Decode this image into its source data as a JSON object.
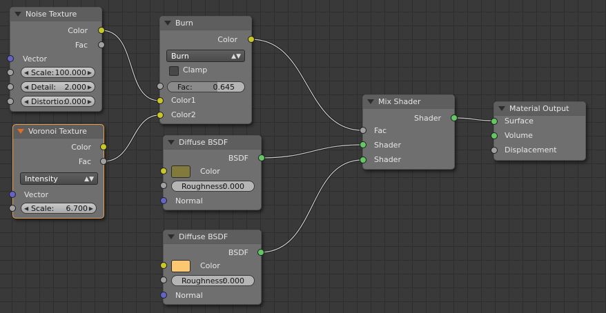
{
  "colors": {
    "socket_color": "#c7c729",
    "socket_float": "#a1a1a1",
    "socket_vector": "#6363c7",
    "socket_shader": "#63c763",
    "active_node_border": "#e8a24c",
    "diffuse1_color": "#817a3a",
    "diffuse2_color": "#fcc771"
  },
  "noise": {
    "title": "Noise Texture",
    "out_color": "Color",
    "out_fac": "Fac",
    "in_vector": "Vector",
    "scale_label": "Scale:",
    "scale_value": "100.000",
    "detail_label": "Detail:",
    "detail_value": "2.000",
    "distortion_label": "Distortio:",
    "distortion_value": "0.000"
  },
  "voronoi": {
    "title": "Voronoi Texture",
    "out_color": "Color",
    "out_fac": "Fac",
    "coloring": "Intensity",
    "in_vector": "Vector",
    "scale_label": "Scale:",
    "scale_value": "6.700"
  },
  "burn": {
    "title": "Burn",
    "out_color": "Color",
    "blend_type": "Burn",
    "clamp_label": "Clamp",
    "clamp_checked": false,
    "fac_label": "Fac:",
    "fac_value": "0.645",
    "fac_fraction": 0.645,
    "in_color1": "Color1",
    "in_color2": "Color2"
  },
  "diffuse1": {
    "title": "Diffuse BSDF",
    "out_bsdf": "BSDF",
    "color_label": "Color",
    "roughness_label": "Roughness:",
    "roughness_value": "0.000",
    "normal_label": "Normal"
  },
  "diffuse2": {
    "title": "Diffuse BSDF",
    "out_bsdf": "BSDF",
    "color_label": "Color",
    "roughness_label": "Roughness:",
    "roughness_value": "0.000",
    "normal_label": "Normal"
  },
  "mix": {
    "title": "Mix Shader",
    "out_shader": "Shader",
    "in_fac": "Fac",
    "in_shader1": "Shader",
    "in_shader2": "Shader"
  },
  "output": {
    "title": "Material Output",
    "in_surface": "Surface",
    "in_volume": "Volume",
    "in_displacement": "Displacement"
  }
}
